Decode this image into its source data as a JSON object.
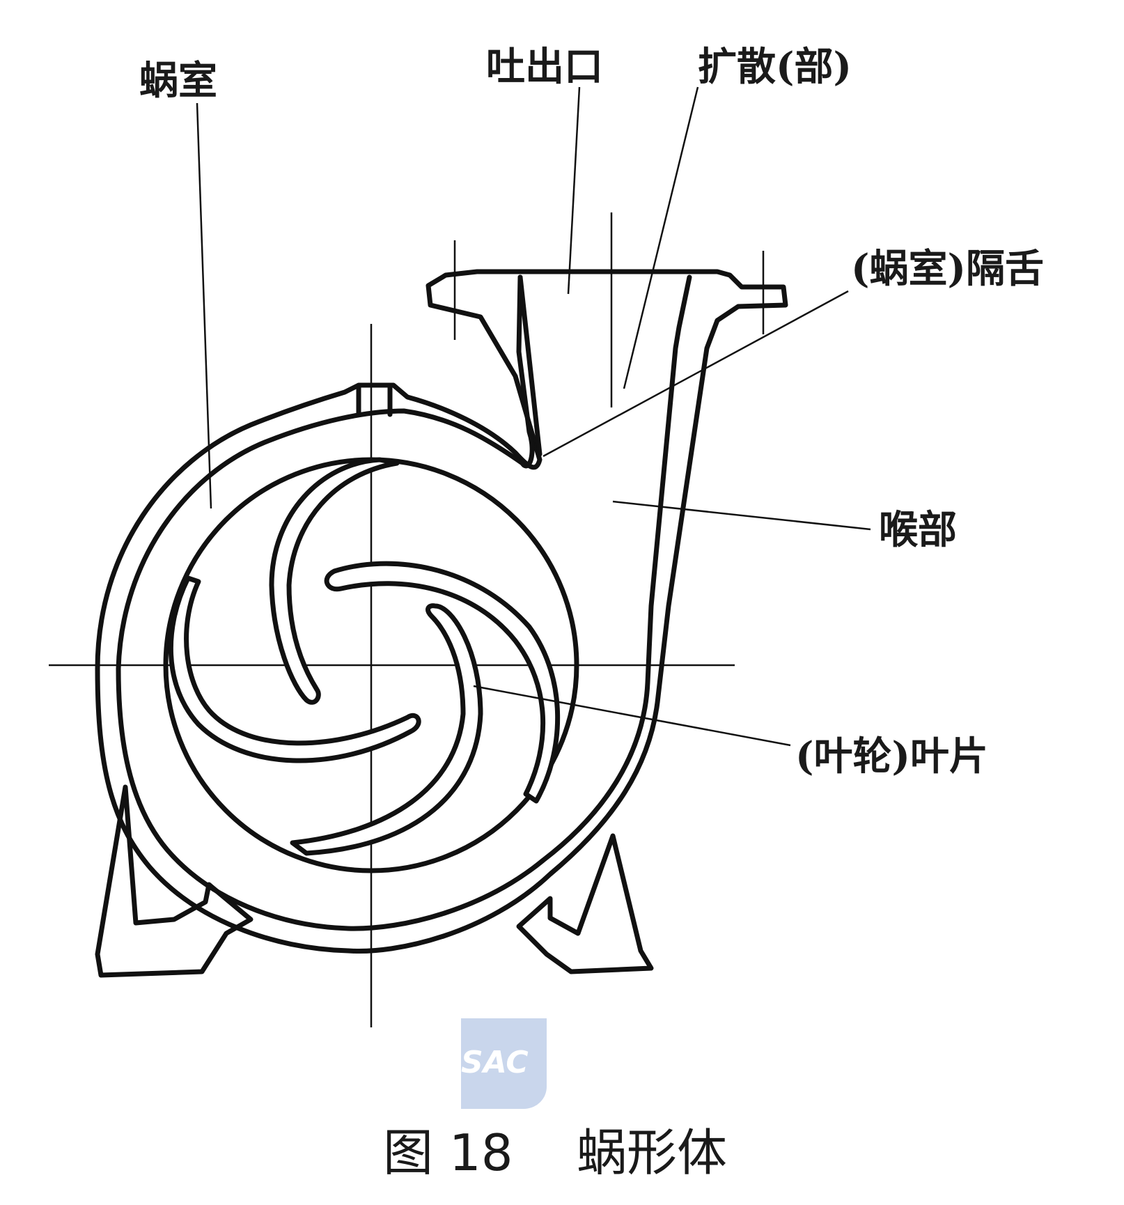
{
  "labels": {
    "volute_chamber": "蜗室",
    "discharge_outlet": "吐出口",
    "diffuser_part": "扩散(部)",
    "tongue": "(蜗室)隔舌",
    "throat": "喉部",
    "impeller_blade": "(叶轮)叶片"
  },
  "caption": "图 18    蜗形体",
  "watermark": {
    "text": "SAC",
    "color": "#c9d6ec"
  },
  "colors": {
    "line": "#111111",
    "background": "#ffffff"
  }
}
